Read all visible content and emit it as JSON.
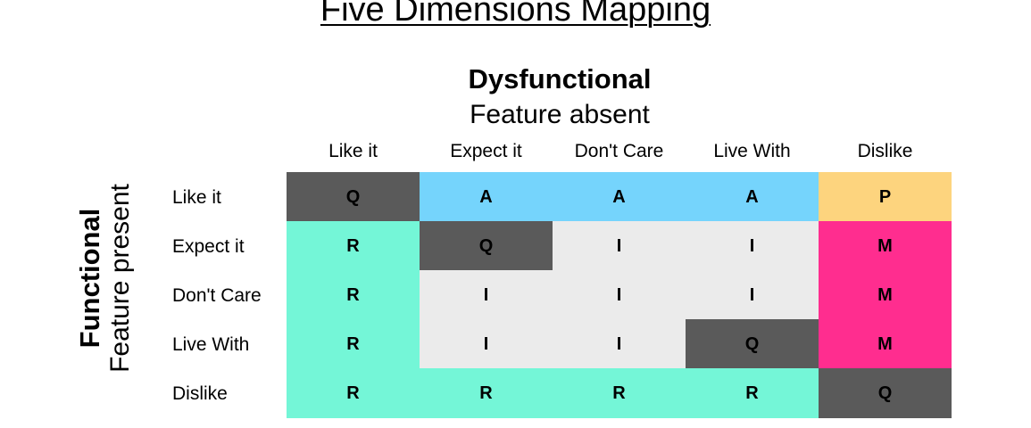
{
  "title": "Five Dimensions Mapping",
  "dysfunctional": {
    "title": "Dysfunctional",
    "subtitle": "Feature absent"
  },
  "functional": {
    "title": "Functional",
    "subtitle": "Feature present"
  },
  "columns": [
    "Like it",
    "Expect it",
    "Don't Care",
    "Live With",
    "Dislike"
  ],
  "rows": [
    {
      "label": "Like it",
      "cells": [
        "Q",
        "A",
        "A",
        "A",
        "P"
      ]
    },
    {
      "label": "Expect it",
      "cells": [
        "R",
        "Q",
        "I",
        "I",
        "M"
      ]
    },
    {
      "label": "Don't Care",
      "cells": [
        "R",
        "I",
        "I",
        "I",
        "M"
      ]
    },
    {
      "label": "Live With",
      "cells": [
        "R",
        "I",
        "I",
        "Q",
        "M"
      ]
    },
    {
      "label": "Dislike",
      "cells": [
        "R",
        "R",
        "R",
        "R",
        "Q"
      ]
    }
  ],
  "colors": {
    "Q": "#5a5a5a",
    "A": "#75d4fc",
    "P": "#fdd47e",
    "R": "#74f6d7",
    "I": "#ebebeb",
    "M": "#ff2d8f"
  }
}
